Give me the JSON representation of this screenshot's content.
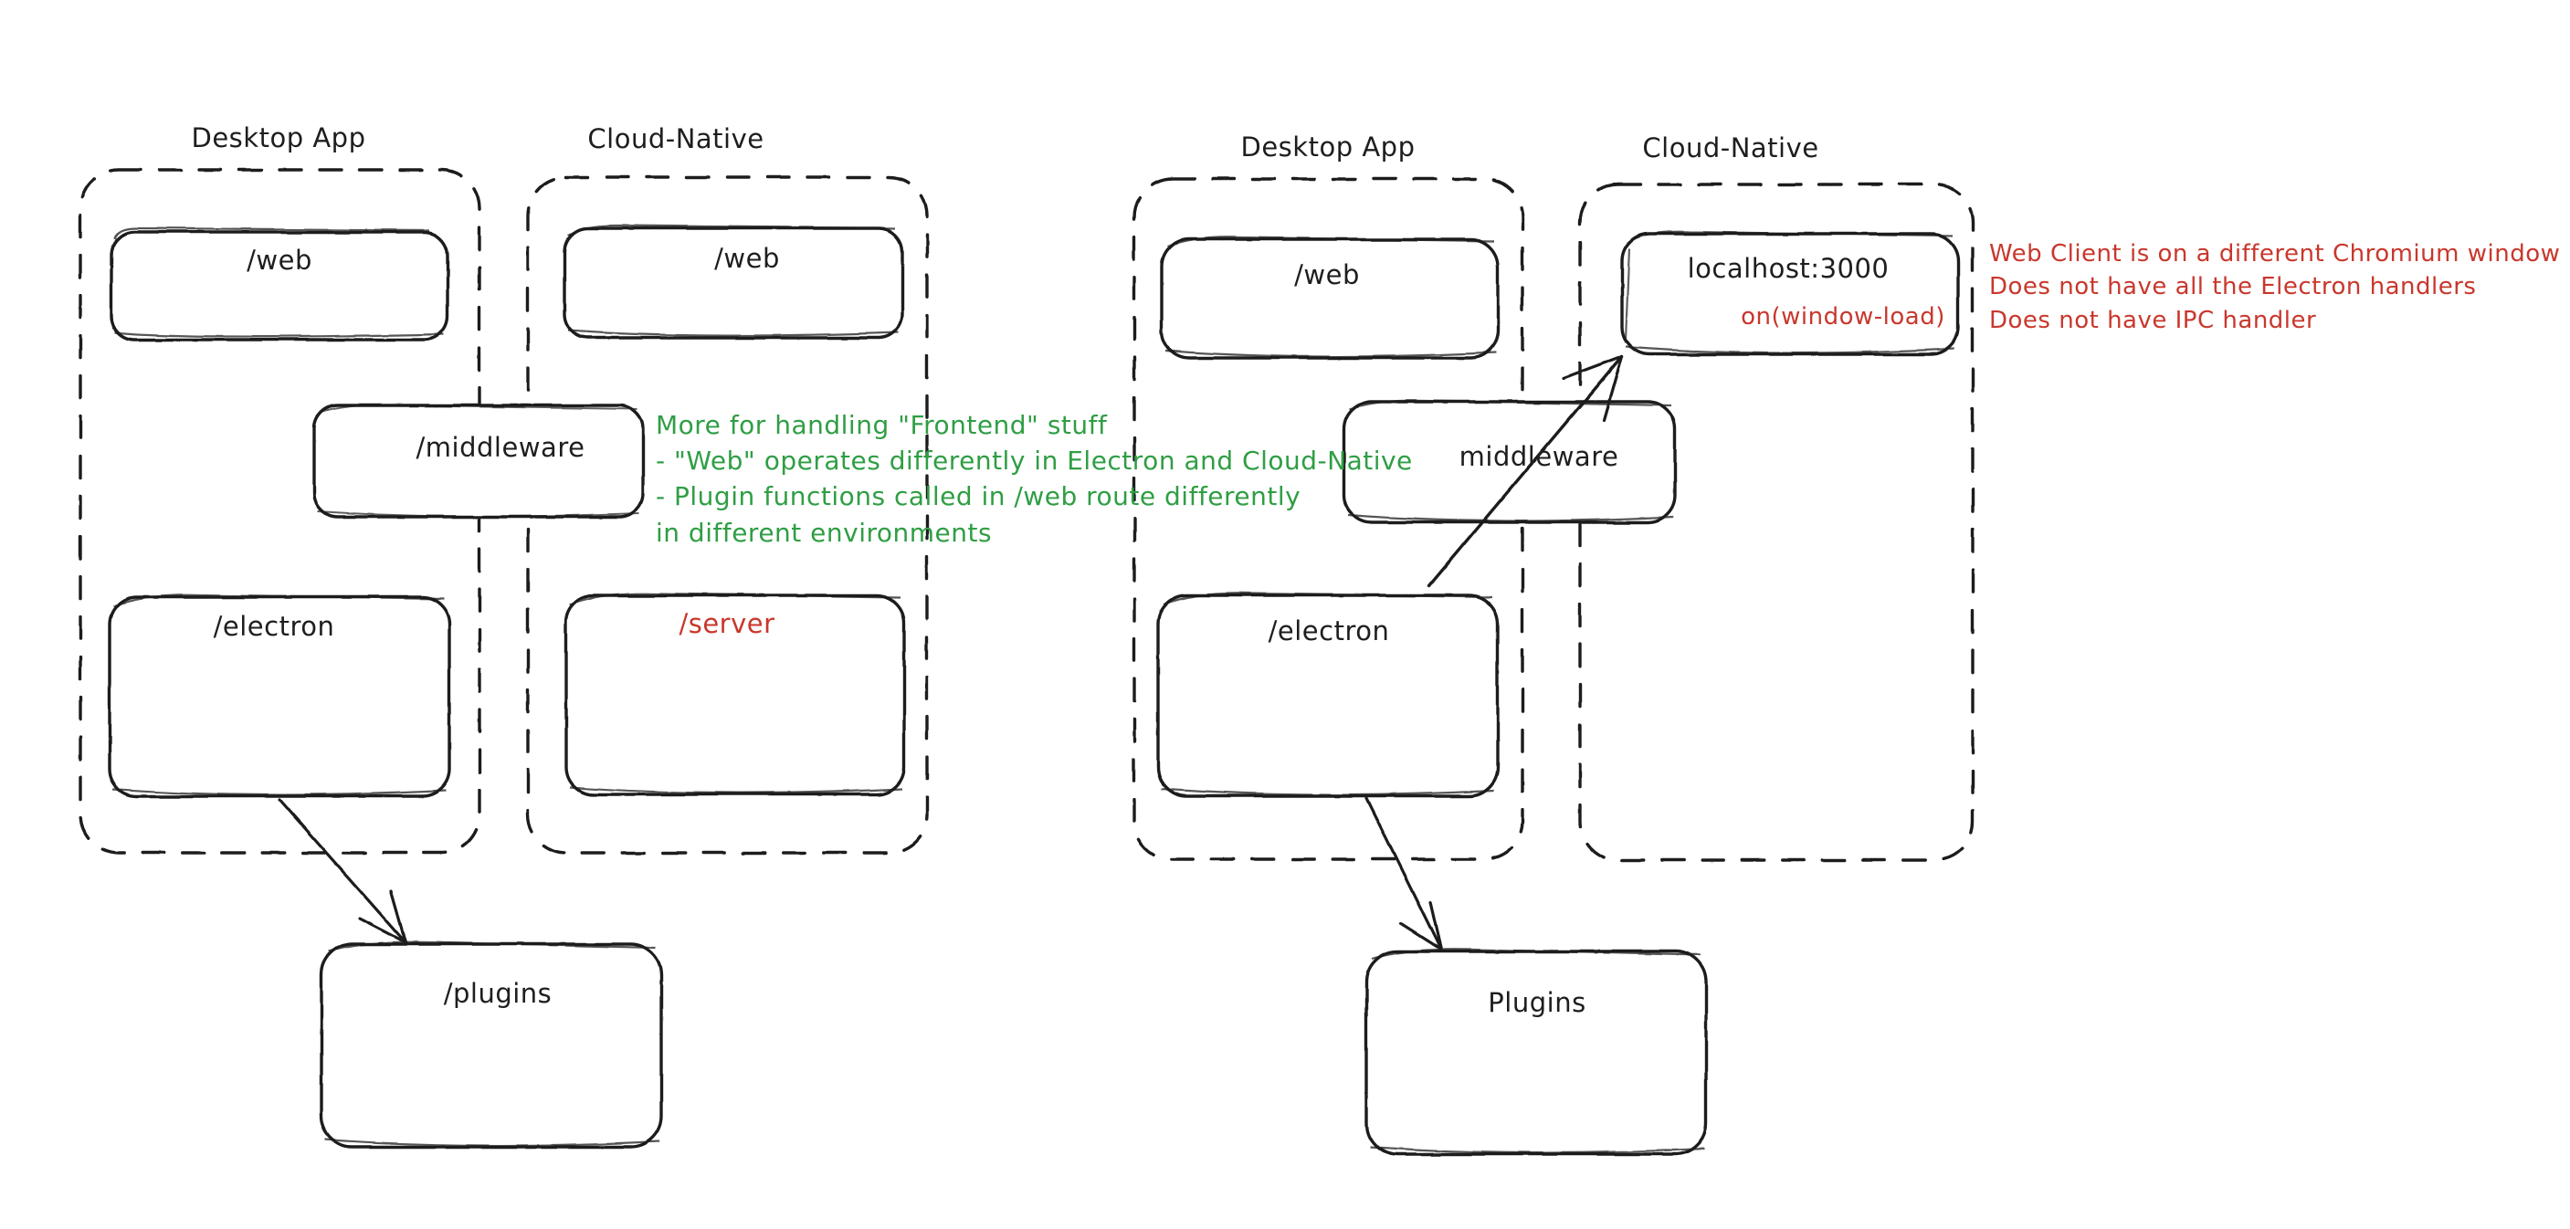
{
  "diagram": {
    "title_note": "Architecture comparison sketch: Desktop App vs Cloud-Native",
    "colors": {
      "stroke": "#1e1e1e",
      "green": "#2f9e44",
      "red": "#c9372c",
      "background": "#ffffff"
    }
  },
  "left_diagram": {
    "groups": [
      {
        "id": "left-desktop",
        "title": "Desktop App"
      },
      {
        "id": "left-cloud",
        "title": "Cloud-Native"
      }
    ],
    "boxes": [
      {
        "id": "left-desktop-web",
        "label": "/web",
        "color": "#1e1e1e"
      },
      {
        "id": "left-cloud-web",
        "label": "/web",
        "color": "#1e1e1e"
      },
      {
        "id": "left-middleware",
        "label": "/middleware",
        "color": "#1e1e1e"
      },
      {
        "id": "left-electron",
        "label": "/electron",
        "color": "#1e1e1e"
      },
      {
        "id": "left-server",
        "label": "/server",
        "color": "#c9372c"
      },
      {
        "id": "left-plugins",
        "label": "/plugins",
        "color": "#1e1e1e"
      }
    ],
    "annotation_green": "More for handling \"Frontend\" stuff\n- \"Web\" operates differently in Electron and Cloud-Native\n- Plugin functions called in /web route differently\nin different environments"
  },
  "right_diagram": {
    "groups": [
      {
        "id": "right-desktop",
        "title": "Desktop App"
      },
      {
        "id": "right-cloud",
        "title": "Cloud-Native"
      }
    ],
    "boxes": [
      {
        "id": "right-desktop-web",
        "label": "/web",
        "color": "#1e1e1e"
      },
      {
        "id": "right-localhost",
        "label": "localhost:3000",
        "color": "#1e1e1e",
        "sublabel": "on(window-load)",
        "sublabel_color": "#c9372c"
      },
      {
        "id": "right-middleware",
        "label": "middleware",
        "color": "#1e1e1e"
      },
      {
        "id": "right-electron",
        "label": "/electron",
        "color": "#1e1e1e"
      },
      {
        "id": "right-plugins",
        "label": "Plugins",
        "color": "#1e1e1e"
      }
    ],
    "annotation_red": "Web Client is on a different Chromium window\nDoes not have all the Electron handlers\nDoes not have IPC handler"
  },
  "arrows": [
    {
      "id": "left-electron-to-plugins",
      "from": "left-electron",
      "to": "left-plugins"
    },
    {
      "id": "right-electron-to-plugins",
      "from": "right-electron",
      "to": "right-plugins"
    },
    {
      "id": "right-electron-to-localhost",
      "from": "right-electron",
      "to": "right-localhost"
    }
  ]
}
